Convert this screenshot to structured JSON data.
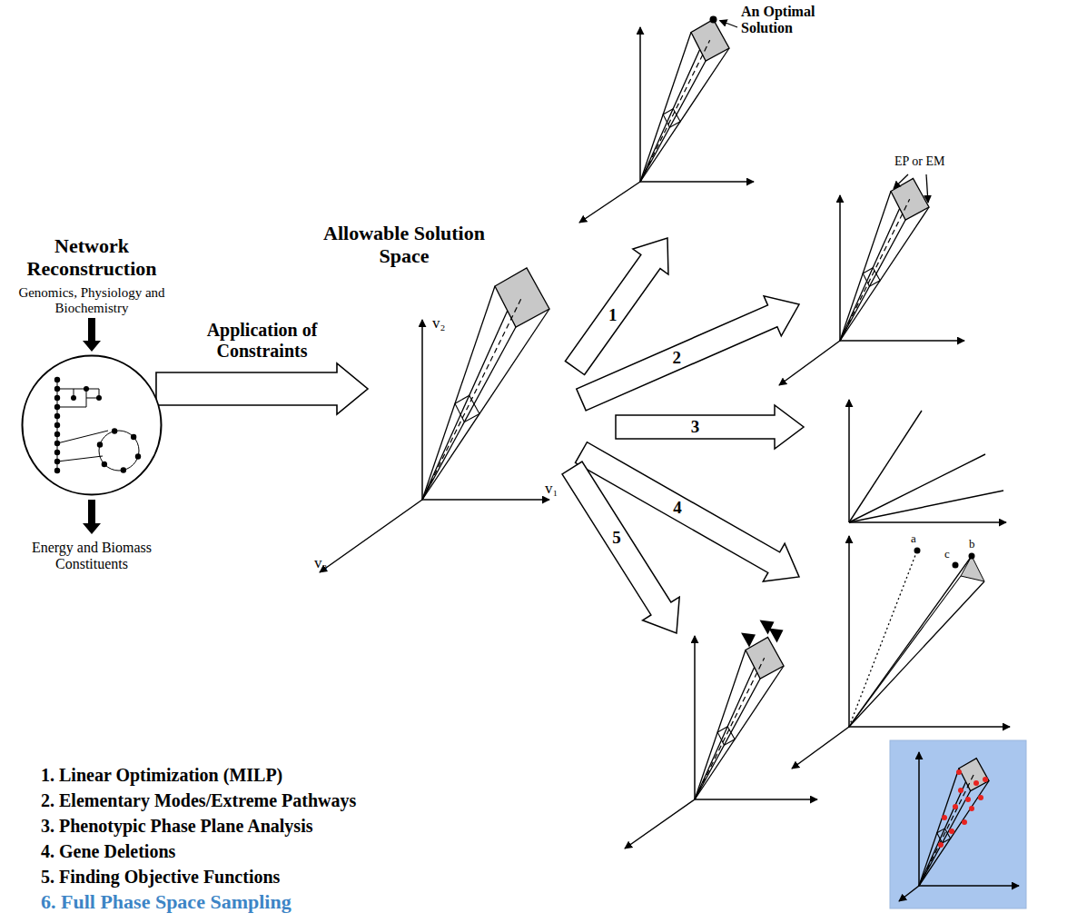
{
  "diagram": {
    "nodes": [
      {
        "text": [
          "Network Reconstruction",
          "Genomics, Physiology and Biochemistry"
        ]
      },
      {
        "text": [
          "Allowable Solution Space"
        ]
      }
    ],
    "edges": [
      {
        "from": 0,
        "to": 1,
        "label": "Application of Constraints",
        "arrow": "to"
      }
    ],
    "labels": [
      "Energy and Biomass Constituents",
      "v₂",
      "v₁",
      "v₃",
      "1",
      "2",
      "3",
      "4",
      "5",
      "An Optimal Solution",
      "EP or EM",
      "a",
      "b",
      "c",
      "1. Linear Optimization (MILP)",
      "2. Elementary Modes/Extreme Pathways",
      "3. Phenotypic Phase Plane Analysis",
      "4. Gene Deletions",
      "5. Finding Objective Functions",
      "6. Full Phase Space Sampling"
    ]
  }
}
